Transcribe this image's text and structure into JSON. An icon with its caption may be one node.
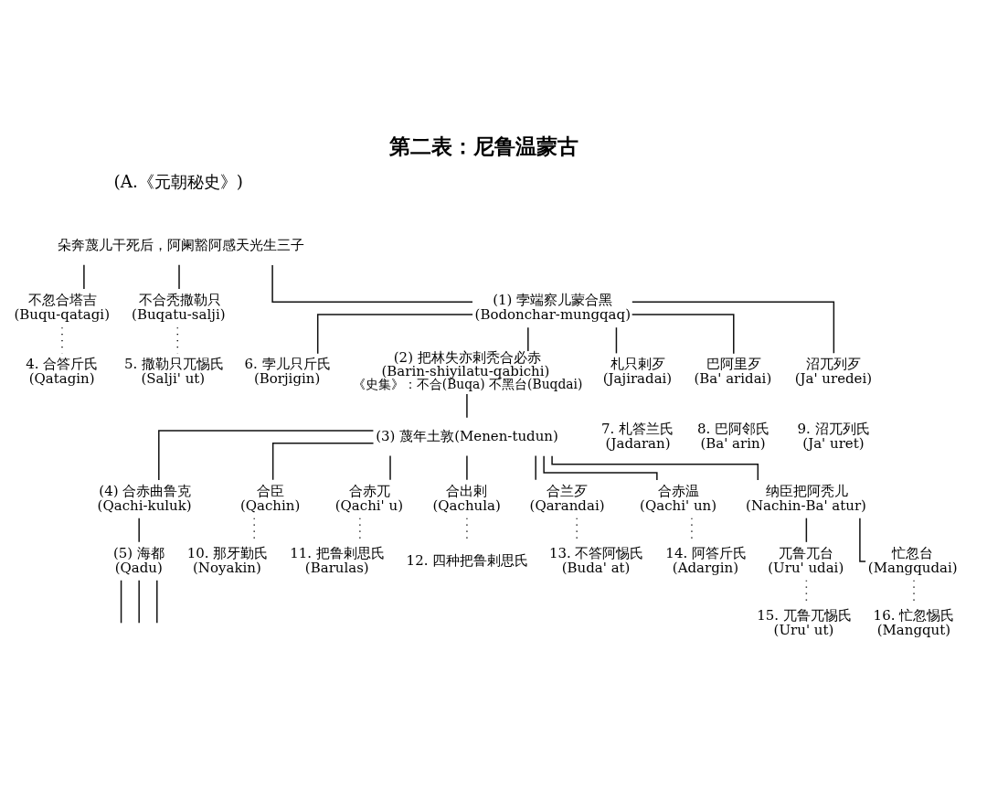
{
  "diagram": {
    "title": "第二表：尼鲁温蒙古",
    "nodes": [
      {
        "text": [
          "朵奔蔑儿干死后，阿阑豁阿感天光生三子"
        ]
      },
      {
        "text": [
          "不忽合塔吉",
          "(Buqu-qatagi)"
        ]
      },
      {
        "text": [
          "不合秃撒勒只",
          "(Buqatu-salji)"
        ]
      },
      {
        "text": [
          "(1) 孛端察儿蒙合黑",
          "(Bodonchar-mungqaq)"
        ]
      },
      {
        "text": [
          "4. 合答斤氏",
          "(Qatagin)"
        ]
      },
      {
        "text": [
          "5. 撒勒只兀惕氏",
          "(Salji' ut)"
        ]
      },
      {
        "text": [
          "6. 孛儿只斤氏",
          "(Borjigin)"
        ]
      },
      {
        "text": [
          "(2) 把林失亦剌秃合必赤",
          "(Barin-shiyilatu-qabichi)"
        ],
        "beside": [
          "《史集》：不合(Buqa) 不黑台(Buqdai)"
        ]
      },
      {
        "text": [
          "札只剌歹",
          "(Jajiradai)"
        ]
      },
      {
        "text": [
          "巴阿里歹",
          "(Ba' aridai)"
        ]
      },
      {
        "text": [
          "沼兀列歹",
          "(Ja' uredei)"
        ]
      },
      {
        "text": [
          "7. 札答兰氏",
          "(Jadaran)"
        ]
      },
      {
        "text": [
          "8. 巴阿邻氏",
          "(Ba' arin)"
        ]
      },
      {
        "text": [
          "9. 沼兀列氏",
          "(Ja' uret)"
        ]
      },
      {
        "text": [
          "(3) 蔑年土敦(Menen-tudun)"
        ]
      },
      {
        "text": [
          "(4) 合赤曲鲁克",
          "(Qachi-kuluk)"
        ]
      },
      {
        "text": [
          "合臣",
          "(Qachin)"
        ]
      },
      {
        "text": [
          "合赤兀",
          "(Qachi' u)"
        ]
      },
      {
        "text": [
          "合出剌",
          "(Qachula)"
        ]
      },
      {
        "text": [
          "合兰歹",
          "(Qarandai)"
        ]
      },
      {
        "text": [
          "合赤温",
          "(Qachi' un)"
        ]
      },
      {
        "text": [
          "纳臣把阿秃儿",
          "(Nachin-Ba' atur)"
        ]
      },
      {
        "text": [
          "10. 那牙勤氏",
          "(Noyakin)"
        ]
      },
      {
        "text": [
          "11. 把鲁剌思氏",
          "(Barulas)"
        ]
      },
      {
        "text": [
          "12. 四种把鲁剌思氏"
        ]
      },
      {
        "text": [
          "13. 不答阿惕氏",
          "(Buda' at)"
        ]
      },
      {
        "text": [
          "14. 阿答斤氏",
          "(Adargin)"
        ]
      },
      {
        "text": [
          "兀鲁兀台",
          "(Uru' udai)"
        ]
      },
      {
        "text": [
          "忙忽台",
          "(Mangqudai)"
        ]
      },
      {
        "text": [
          "15. 兀鲁兀惕氏",
          "(Uru' ut)"
        ]
      },
      {
        "text": [
          "16. 忙忽惕氏",
          "(Mangqut)"
        ]
      },
      {
        "text": [
          "(5) 海都",
          "(Qadu)"
        ]
      }
    ],
    "edges": [
      {
        "from": 0,
        "to": 1,
        "arrow": "none"
      },
      {
        "from": 0,
        "to": 2,
        "arrow": "none"
      },
      {
        "from": 0,
        "to": 3,
        "arrow": "none"
      },
      {
        "from": 1,
        "to": 4,
        "arrow": "none",
        "style": "dashed"
      },
      {
        "from": 2,
        "to": 5,
        "arrow": "none",
        "style": "dashed"
      },
      {
        "from": 3,
        "to": 6,
        "arrow": "none"
      },
      {
        "from": 3,
        "to": 7,
        "arrow": "none"
      },
      {
        "from": 3,
        "to": 8,
        "arrow": "none"
      },
      {
        "from": 3,
        "to": 9,
        "arrow": "none"
      },
      {
        "from": 3,
        "to": 10,
        "arrow": "none"
      },
      {
        "from": 7,
        "to": 14,
        "arrow": "none"
      },
      {
        "from": 14,
        "to": 15,
        "arrow": "none"
      },
      {
        "from": 14,
        "to": 16,
        "arrow": "none"
      },
      {
        "from": 14,
        "to": 17,
        "arrow": "none"
      },
      {
        "from": 14,
        "to": 18,
        "arrow": "none"
      },
      {
        "from": 14,
        "to": 19,
        "arrow": "none"
      },
      {
        "from": 14,
        "to": 20,
        "arrow": "none"
      },
      {
        "from": 14,
        "to": 21,
        "arrow": "none"
      },
      {
        "from": 16,
        "to": 22,
        "arrow": "none",
        "style": "dashed"
      },
      {
        "from": 17,
        "to": 23,
        "arrow": "none",
        "style": "dashed"
      },
      {
        "from": 18,
        "to": 24,
        "arrow": "none",
        "style": "dashed"
      },
      {
        "from": 19,
        "to": 25,
        "arrow": "none",
        "style": "dashed"
      },
      {
        "from": 20,
        "to": 26,
        "arrow": "none",
        "style": "dashed"
      },
      {
        "from": 21,
        "to": 27,
        "arrow": "none"
      },
      {
        "from": 21,
        "to": 28,
        "arrow": "none"
      },
      {
        "from": 27,
        "to": 29,
        "arrow": "none",
        "style": "dashed"
      },
      {
        "from": 28,
        "to": 30,
        "arrow": "none",
        "style": "dashed"
      },
      {
        "from": 15,
        "to": 31,
        "arrow": "none"
      },
      {
        "from": 31,
        "to": null,
        "arrow": "none"
      },
      {
        "from": 31,
        "to": null,
        "arrow": "none"
      },
      {
        "from": 31,
        "to": null,
        "arrow": "none"
      }
    ],
    "labels": [
      "(A.《元朝秘史》)"
    ]
  }
}
